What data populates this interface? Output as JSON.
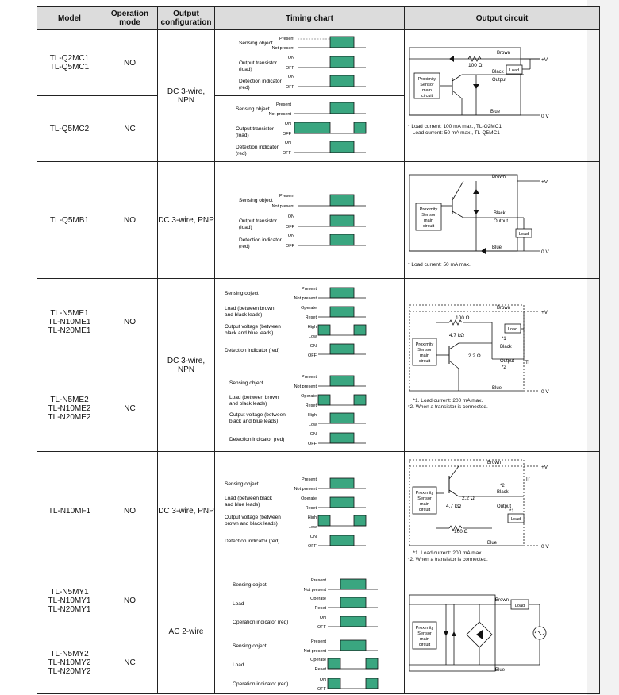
{
  "headers": {
    "model": "Model",
    "mode": "Operation mode",
    "config": "Output configuration",
    "timing": "Timing chart",
    "circuit": "Output circuit"
  },
  "signal_labels": {
    "sensing": "Sensing object",
    "present": "Present",
    "not_present": "Not present",
    "out_tr": "Output transistor (load)",
    "on": "ON",
    "off": "OFF",
    "det": "Detection indicator (red)",
    "load_bb": "Load (between brown and black leads)",
    "operate": "Operate",
    "reset": "Reset",
    "outv": "Output voltage (between black and blue leads)",
    "high": "High",
    "low": "Low",
    "load": "Load",
    "opind": "Operation indicator (red)"
  },
  "rows": [
    {
      "model": "TL-Q2MC1\nTL-Q5MC1",
      "mode": "NO",
      "config": "DC 3-wire, NPN"
    },
    {
      "model": "TL-Q5MC2",
      "mode": "NC",
      "config": ""
    },
    {
      "model": "TL-Q5MB1",
      "mode": "NO",
      "config": "DC 3-wire, PNP"
    },
    {
      "model": "TL-N5ME1\nTL-N10ME1\nTL-N20ME1",
      "mode": "NO",
      "config": "DC 3-wire, NPN"
    },
    {
      "model": "TL-N5ME2\nTL-N10ME2\nTL-N20ME2",
      "mode": "NC",
      "config": ""
    },
    {
      "model": "TL-N10MF1",
      "mode": "NO",
      "config": "DC 3-wire, PNP"
    },
    {
      "model": "TL-N5MY1\nTL-N10MY1\nTL-N20MY1",
      "mode": "NO",
      "config": "AC 2-wire"
    },
    {
      "model": "TL-N5MY2\nTL-N10MY2\nTL-N20MY2",
      "mode": "NC",
      "config": ""
    }
  ],
  "circuit_labels": {
    "brown": "Brown",
    "black": "Black",
    "blue": "Blue",
    "output": "Output",
    "load": "Load",
    "vplus": "+V",
    "zero": "0 V",
    "psm": "Proximity Sensor main circuit",
    "r100": "100 Ω",
    "r47": "4.7 kΩ",
    "r22": "2.2 Ω",
    "tr": "Tr",
    "s1": "*1",
    "s2": "*2"
  },
  "notes": {
    "n1": "* Load current: 100 mA max., TL-Q2MC1\n  Load current: 50 mA max., TL-Q5MC1",
    "n2": "* Load current: 50 mA max.",
    "n3": "*1. Load current: 200 mA max.\n*2. When a transistor is connected.",
    "n4": "*1. Load current: 200 mA max.\n*2. When a transistor is connected."
  }
}
